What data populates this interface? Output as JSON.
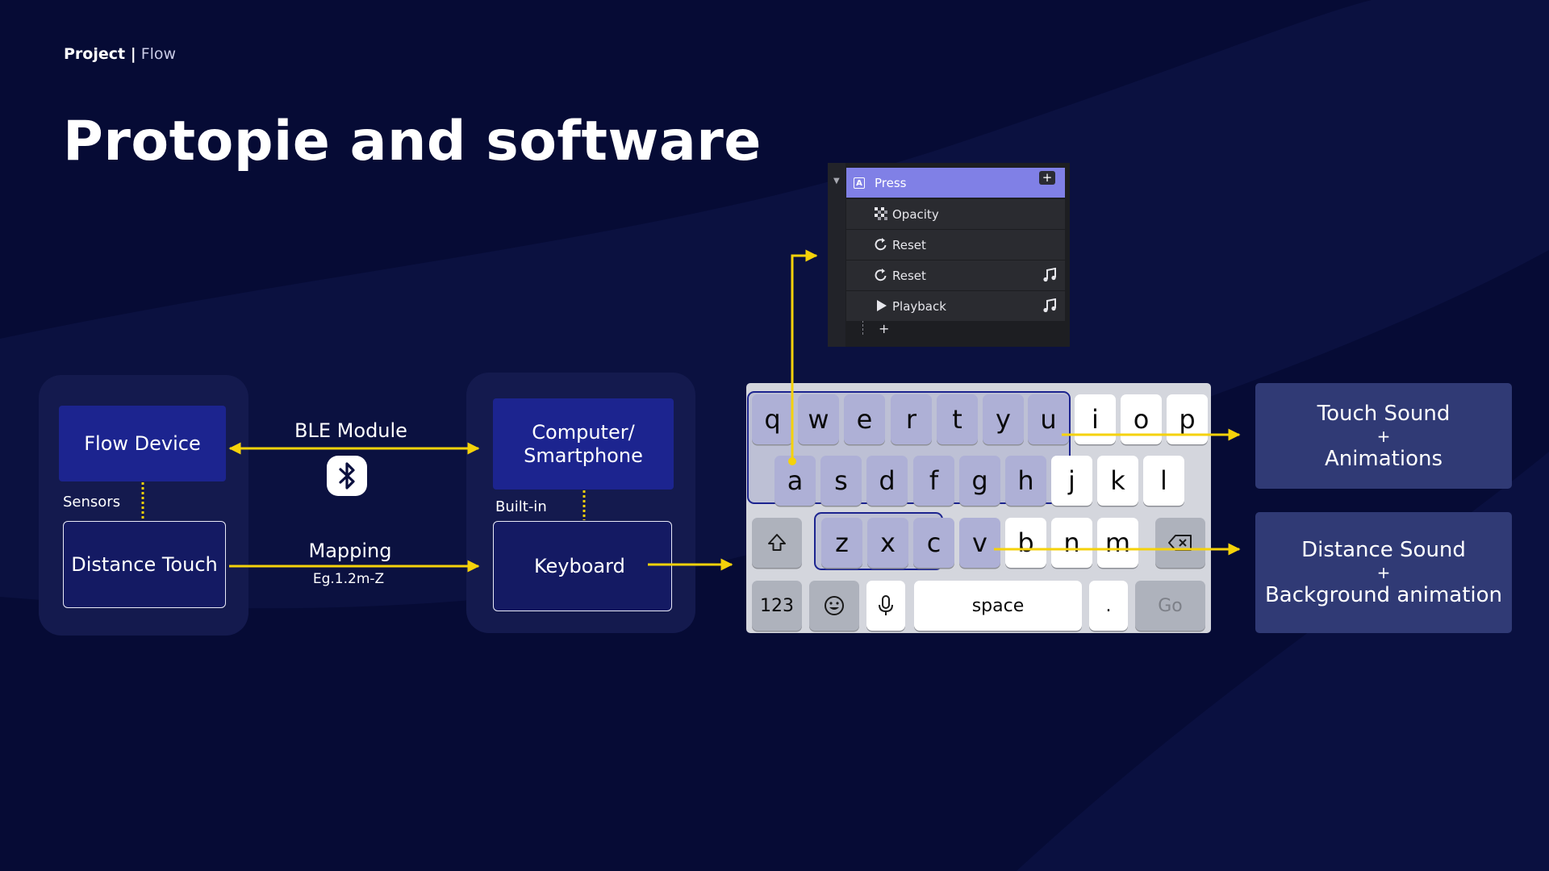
{
  "header": {
    "crumb_bold": "Project |",
    "crumb_light": "Flow",
    "title": "Protopie and software"
  },
  "left_panel": {
    "flow_device": "Flow Device",
    "sensors": "Sensors",
    "distance_touch": "Distance Touch"
  },
  "links": {
    "ble": "BLE Module",
    "ble_icon": "bluetooth-icon",
    "mapping": "Mapping",
    "mapping_example": "Eg.1.2m-Z"
  },
  "mid_panel": {
    "computer": "Computer/\nSmartphone",
    "built_in": "Built-in",
    "keyboard": "Keyboard"
  },
  "protopie": {
    "trigger": "Press",
    "actions": [
      {
        "label": "Opacity",
        "icon": "opacity-icon",
        "sound": false
      },
      {
        "label": "Reset",
        "icon": "reset-icon",
        "sound": false
      },
      {
        "label": "Reset",
        "icon": "reset-icon",
        "sound": true
      },
      {
        "label": "Playback",
        "icon": "play-icon",
        "sound": true
      }
    ],
    "add": "+"
  },
  "keyboard": {
    "row1": [
      "q",
      "w",
      "e",
      "r",
      "t",
      "y",
      "u",
      "i",
      "o",
      "p"
    ],
    "row2": [
      "a",
      "s",
      "d",
      "f",
      "g",
      "h",
      "j",
      "k",
      "l"
    ],
    "row3": [
      "z",
      "x",
      "c",
      "v",
      "b",
      "n",
      "m"
    ],
    "numbers": "123",
    "space": "space",
    "period": ".",
    "go": "Go"
  },
  "outputs": {
    "touch": {
      "line1": "Touch Sound",
      "plus": "+",
      "line2": "Animations"
    },
    "distance": {
      "line1": "Distance Sound",
      "plus": "+",
      "line2": "Background animation"
    }
  },
  "colors": {
    "background": "#060b35",
    "accent_arrow": "#f5d20a",
    "box_blue": "#1c248f",
    "output_box": "#303a75",
    "protopie_highlight": "#8080e6"
  }
}
